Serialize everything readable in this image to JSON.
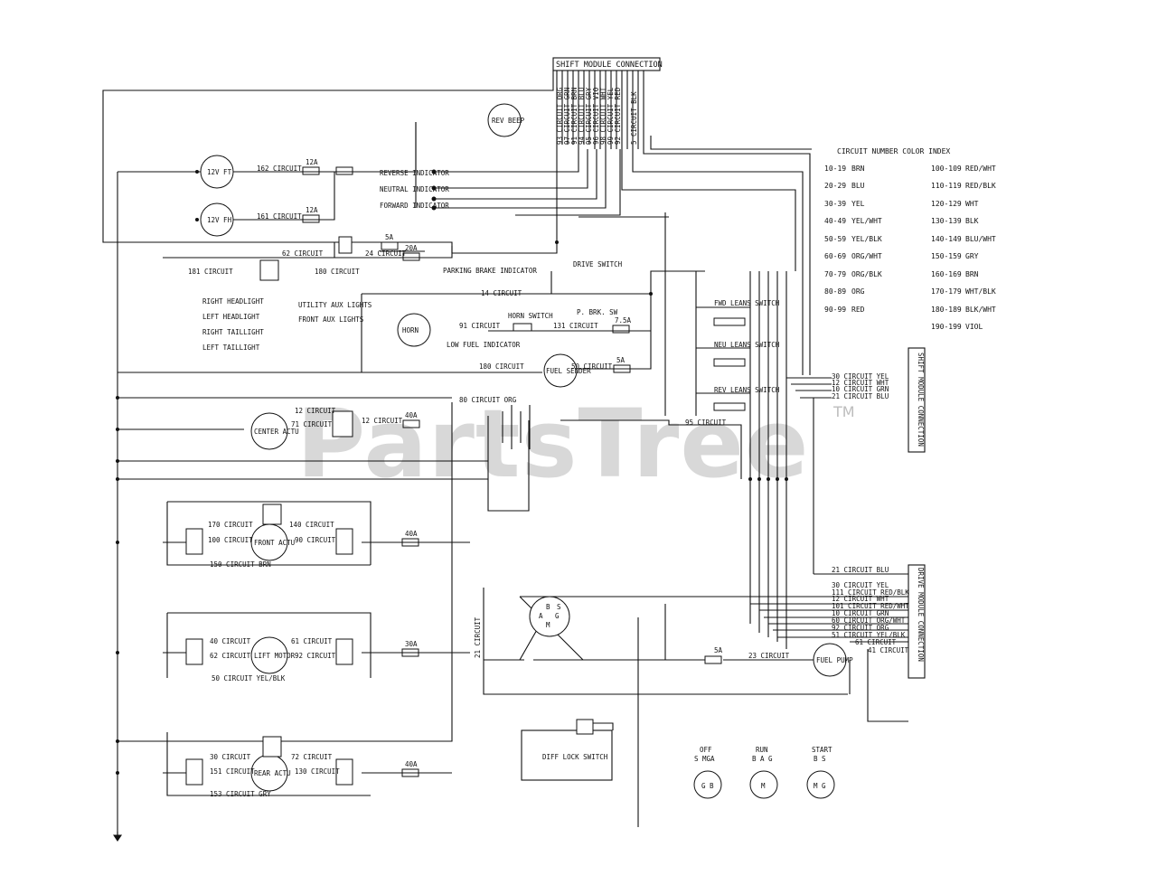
{
  "watermark": {
    "text": "PartsTree",
    "tm": "TM"
  },
  "header_connector": {
    "title": "SHIFT MODULE CONNECTION",
    "pins": [
      "93 CIRCUIT ORG",
      "97 CIRCUIT GRN",
      "91 CIRCUIT BRN",
      "94 CIRCUIT BLU",
      "95 CIRCUIT GRY",
      "96 CIRCUIT VIO",
      "98 CIRCUIT WHT",
      "99 CIRCUIT YEL",
      "92 CIRCUIT RED",
      "5 CIRCUIT BLK"
    ]
  },
  "color_index": {
    "title": "CIRCUIT NUMBER COLOR INDEX",
    "left": [
      {
        "range": "10-19",
        "color": "BRN"
      },
      {
        "range": "20-29",
        "color": "BLU"
      },
      {
        "range": "30-39",
        "color": "YEL"
      },
      {
        "range": "40-49",
        "color": "YEL/WHT"
      },
      {
        "range": "50-59",
        "color": "YEL/BLK"
      },
      {
        "range": "60-69",
        "color": "ORG/WHT"
      },
      {
        "range": "70-79",
        "color": "ORG/BLK"
      },
      {
        "range": "80-89",
        "color": "ORG"
      },
      {
        "range": "90-99",
        "color": "RED"
      }
    ],
    "right": [
      {
        "range": "100-109",
        "color": "RED/WHT"
      },
      {
        "range": "110-119",
        "color": "RED/BLK"
      },
      {
        "range": "120-129",
        "color": "WHT"
      },
      {
        "range": "130-139",
        "color": "BLK"
      },
      {
        "range": "140-149",
        "color": "BLU/WHT"
      },
      {
        "range": "150-159",
        "color": "GRY"
      },
      {
        "range": "160-169",
        "color": "BRN"
      },
      {
        "range": "170-179",
        "color": "WHT/BLK"
      },
      {
        "range": "180-189",
        "color": "BLK/WHT"
      },
      {
        "range": "190-199",
        "color": "VIOL"
      }
    ]
  },
  "components": {
    "lamp_top": "12V FT",
    "lamp_bottom": "12V FH",
    "beeper": "REV BEEP",
    "horn": "HORN",
    "fuel_sender": "FUEL SENDER",
    "center_actuator": "CENTER ACTU",
    "front_actuator": "FRONT ACTU",
    "lift_motor": "LIFT MOTOR",
    "rear_actuator": "REAR ACTU",
    "fuel_pump": "FUEL PUMP",
    "diff_lock": "DIFF LOCK SWITCH",
    "horn_switch": "HORN SWITCH",
    "drive_switch": "DRIVE SWITCH",
    "park_brake_sw": "P. BRK. SW",
    "park_brake_ind": "PARKING BRAKE INDICATOR",
    "low_fuel_ind": "LOW FUEL INDICATOR",
    "fwd_switch": "FWD LEANS SWITCH",
    "neu_switch": "NEU LEANS SWITCH",
    "rev_switch": "REV LEANS SWITCH",
    "reverse_ind": "REVERSE INDICATOR",
    "neutral_ind": "NEUTRAL INDICATOR",
    "forward_ind": "FORWARD INDICATOR"
  },
  "lights": [
    "RIGHT HEADLIGHT",
    "LEFT HEADLIGHT",
    "RIGHT TAILLIGHT",
    "LEFT TAILLIGHT"
  ],
  "aux_lights": [
    "UTILITY AUX LIGHTS",
    "FRONT AUX LIGHTS"
  ],
  "circuits": {
    "c162": "162 CIRCUIT",
    "c161": "161 CIRCUIT",
    "c62": "62 CIRCUIT",
    "c24": "24 CIRCUIT",
    "c181": "181 CIRCUIT",
    "c180": "180 CIRCUIT",
    "c14": "14 CIRCUIT",
    "c91": "91 CIRCUIT",
    "c131": "131 CIRCUIT",
    "c180b": "180 CIRCUIT",
    "c50": "50 CIRCUIT",
    "c80": "80 CIRCUIT ORG",
    "c12a": "12 CIRCUIT",
    "c71": "71 CIRCUIT",
    "c12b": "12 CIRCUIT",
    "c95": "95 CIRCUIT",
    "c170": "170 CIRCUIT",
    "c140": "140 CIRCUIT",
    "c100": "100 CIRCUIT",
    "c90": "90 CIRCUIT",
    "c150brn": "150 CIRCUIT BRN",
    "c40": "40 CIRCUIT",
    "c61": "61 CIRCUIT",
    "c62b": "62 CIRCUIT",
    "c92": "92 CIRCUIT",
    "c50yb": "50 CIRCUIT YEL/BLK",
    "c30": "30 CIRCUIT",
    "c72": "72 CIRCUIT",
    "c151": "151 CIRCUIT",
    "c130": "130 CIRCUIT",
    "c153": "153 CIRCUIT GRY",
    "c21": "21 CIRCUIT",
    "c5a": "5A",
    "c23": "23 CIRCUIT",
    "c41": "41 CIRCUIT"
  },
  "fuses": {
    "f12a_top": "12A",
    "f12a_bot": "12A",
    "f5a": "5A",
    "f20a": "20A",
    "f7_5a": "7.5A",
    "f5a_fuel": "5A",
    "f40a": "40A",
    "f40a_front": "40A",
    "f30a": "30A",
    "f40a_rear": "40A",
    "f5a_pump": "5A"
  },
  "right_connector_top": {
    "title": "SHIFT MODULE CONNECTION",
    "pins": [
      "30 CIRCUIT YEL",
      "12 CIRCUIT WHT",
      "10 CIRCUIT GRN",
      "21 CIRCUIT BLU"
    ]
  },
  "right_connector_bottom": {
    "title": "DRIVE MODULE CONNECTION",
    "pins": [
      "21 CIRCUIT BLU",
      "30 CIRCUIT YEL",
      "111 CIRCUIT RED/BLK",
      "12 CIRCUIT WHT",
      "101 CIRCUIT RED/WHT",
      "10 CIRCUIT GRN",
      "60 CIRCUIT ORG/WHT",
      "92 CIRCUIT ORG",
      "51 CIRCUIT YEL/BLK",
      "61 CIRCUIT",
      "41 CIRCUIT"
    ]
  },
  "key_switch": {
    "positions": [
      {
        "label": "OFF",
        "sub": "S MGA",
        "pins": "G B"
      },
      {
        "label": "RUN",
        "sub": "B A G",
        "pins": "M"
      },
      {
        "label": "START",
        "sub": "B S",
        "pins": "M G"
      }
    ]
  },
  "ignition_labels": {
    "a": "A",
    "m": "M",
    "g": "G",
    "b": "B",
    "s": "S"
  }
}
